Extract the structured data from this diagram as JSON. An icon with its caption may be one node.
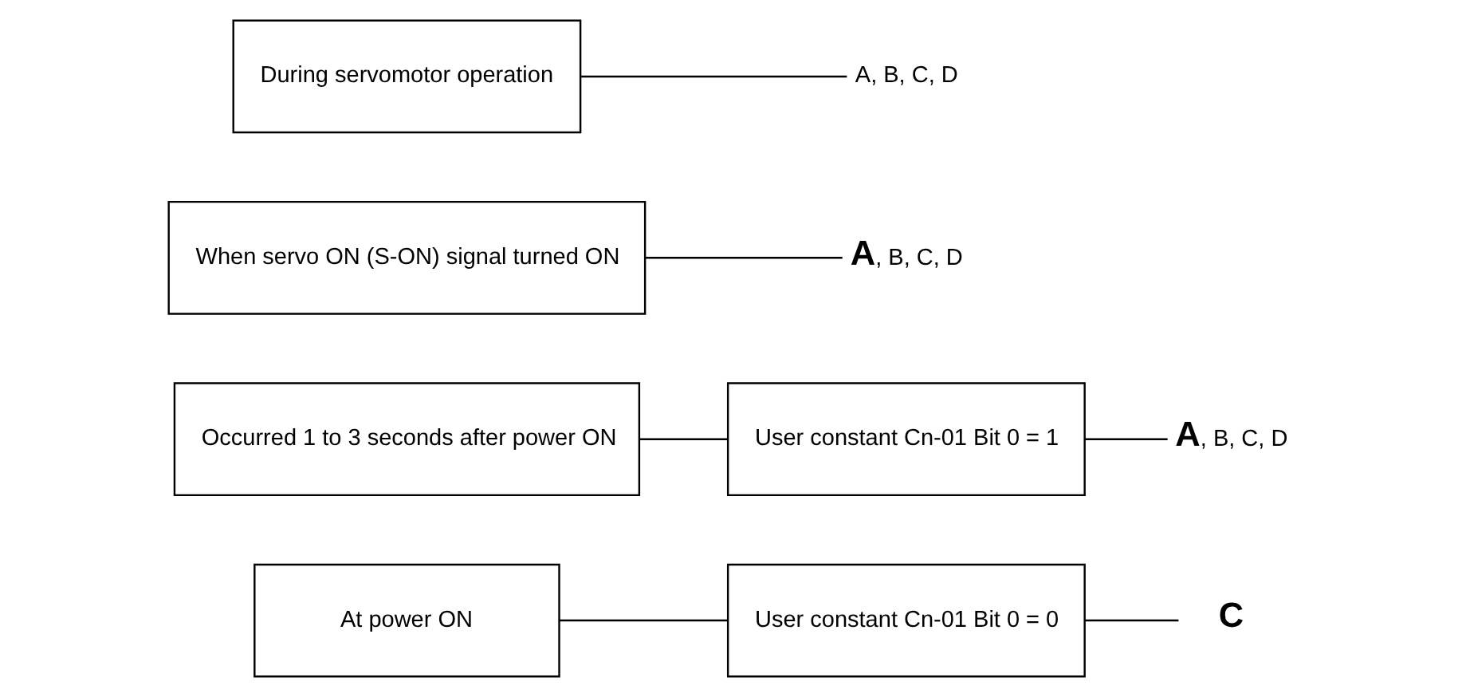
{
  "diagram": {
    "nodes": [
      {
        "text": [
          "At power ON"
        ]
      },
      {
        "text": [
          "User constant Cn-01 Bit 0 = 0"
        ]
      },
      {
        "text": [
          "**C**"
        ]
      },
      {
        "text": [
          "Occurred 1 to 3 seconds after power ON"
        ]
      },
      {
        "text": [
          "User constant Cn-01 Bit 0 = 1"
        ]
      },
      {
        "text": [
          "**A**, B, C, D"
        ]
      },
      {
        "text": [
          "When servo ON (S-ON) signal turned ON"
        ]
      },
      {
        "text": [
          "**A**, B, C, D"
        ]
      },
      {
        "text": [
          "During servomotor operation"
        ]
      },
      {
        "text": [
          "A, B, C, D"
        ]
      }
    ],
    "edges": [
      {
        "from": 0,
        "to": 1,
        "arrow": "none"
      },
      {
        "from": 1,
        "to": 2,
        "arrow": "none"
      },
      {
        "from": 3,
        "to": 4,
        "arrow": "none"
      },
      {
        "from": 4,
        "to": 5,
        "arrow": "none"
      },
      {
        "from": 6,
        "to": 7,
        "arrow": "none"
      },
      {
        "from": 8,
        "to": 9,
        "arrow": "none"
      }
    ]
  }
}
